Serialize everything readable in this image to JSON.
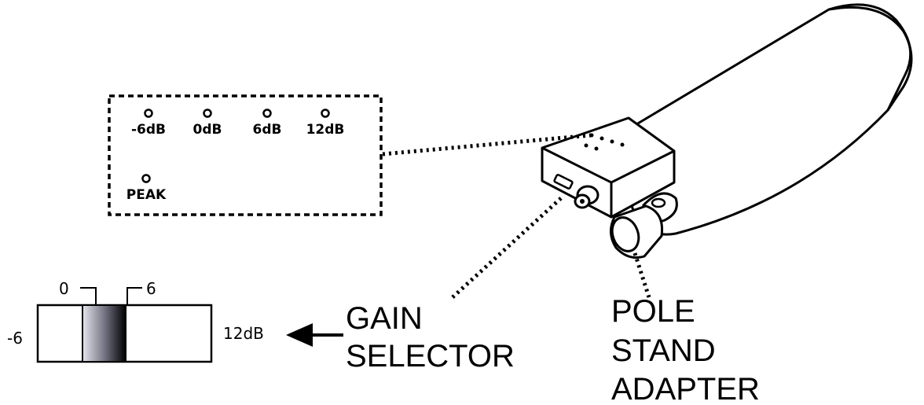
{
  "led_panel": {
    "leds": [
      "-6dB",
      "0dB",
      "6dB",
      "12dB"
    ],
    "peak": "PEAK"
  },
  "callouts": {
    "gain_selector": [
      "GAIN",
      "SELECTOR"
    ],
    "pole_stand_adapter": [
      "POLE",
      "STAND",
      "ADAPTER"
    ]
  },
  "switch": {
    "left_label": "-6",
    "right_label": "12dB",
    "top_left_label": "0",
    "top_right_label": "6"
  }
}
